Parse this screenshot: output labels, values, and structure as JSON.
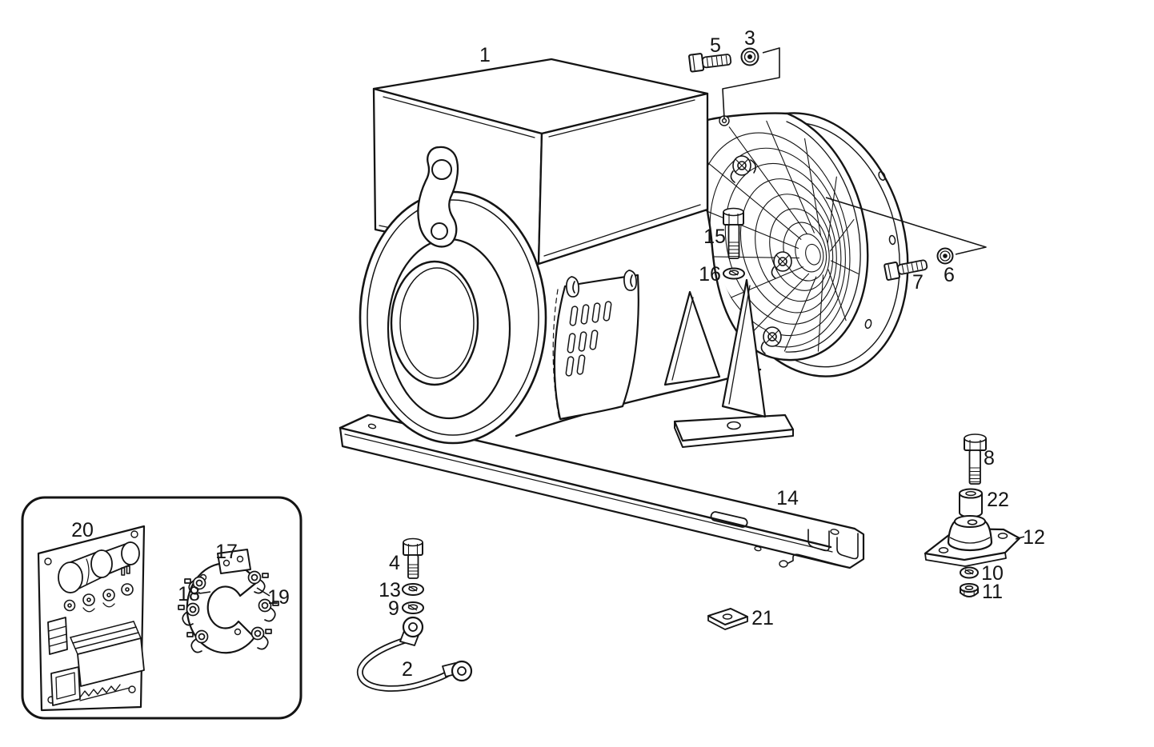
{
  "drawing": {
    "kind": "exploded-parts-diagram",
    "subject": "generator / alternator assembly with mounting hardware, base rail, regulator board and rectifier",
    "background": "#ffffff",
    "line_color": "#141414"
  },
  "parts": [
    {
      "number": "1",
      "item": "generator assembly"
    },
    {
      "number": "2",
      "item": "earth cable"
    },
    {
      "number": "3",
      "item": "washer"
    },
    {
      "number": "4",
      "item": "hex bolt"
    },
    {
      "number": "5",
      "item": "hex bolt"
    },
    {
      "number": "6",
      "item": "washer"
    },
    {
      "number": "7",
      "item": "hex bolt"
    },
    {
      "number": "8",
      "item": "hex bolt"
    },
    {
      "number": "9",
      "item": "washer"
    },
    {
      "number": "10",
      "item": "washer"
    },
    {
      "number": "11",
      "item": "hex nut"
    },
    {
      "number": "12",
      "item": "vibration mount"
    },
    {
      "number": "13",
      "item": "washer"
    },
    {
      "number": "14",
      "item": "base rail"
    },
    {
      "number": "15",
      "item": "hex bolt"
    },
    {
      "number": "16",
      "item": "washer"
    },
    {
      "number": "17",
      "item": "rectifier plate"
    },
    {
      "number": "18",
      "item": "diodes"
    },
    {
      "number": "19",
      "item": "diodes"
    },
    {
      "number": "20",
      "item": "regulator board"
    },
    {
      "number": "21",
      "item": "clamp plate"
    },
    {
      "number": "22",
      "item": "spacer sleeve"
    }
  ]
}
